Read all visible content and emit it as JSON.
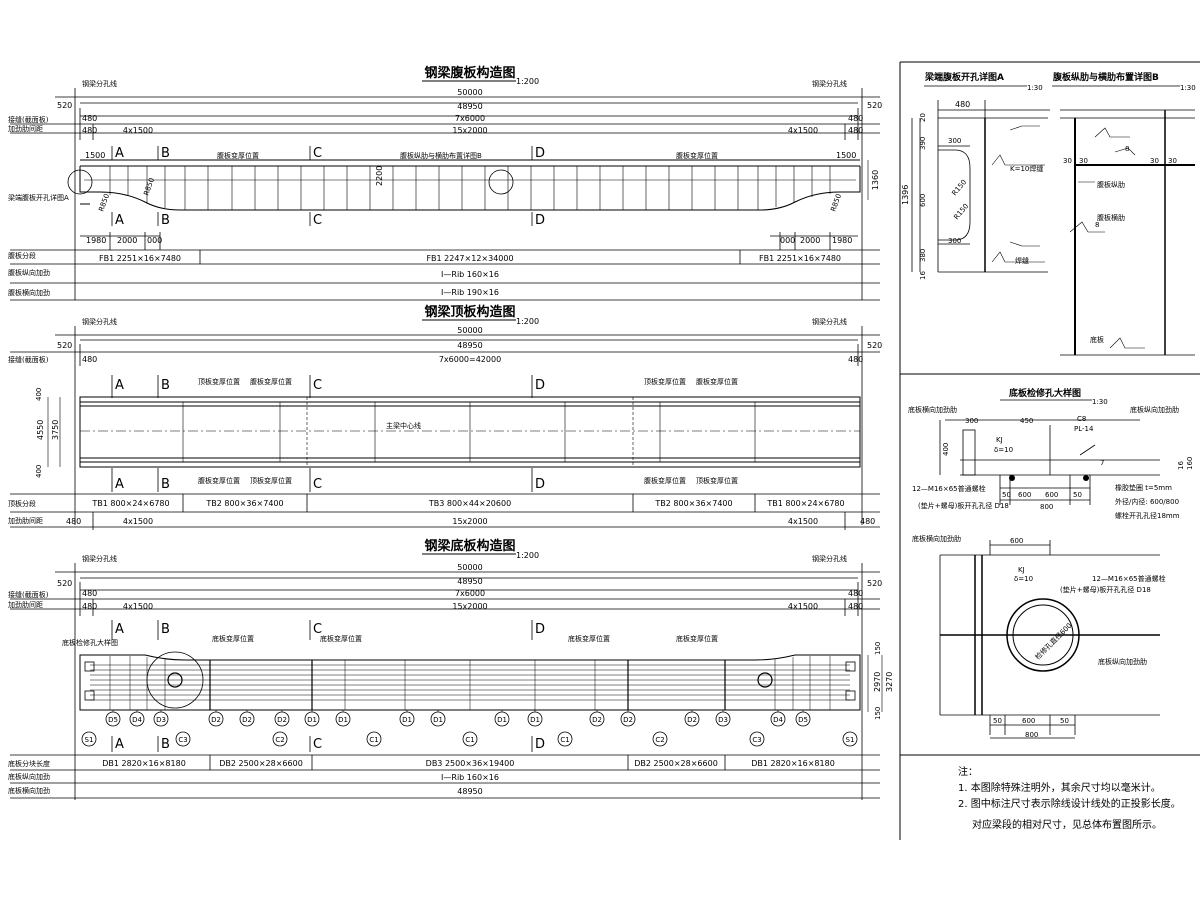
{
  "web": {
    "title": "钢梁腹板构造图",
    "scale": "1:200",
    "left_split": "钢梁分孔线",
    "right_split": "钢梁分孔线",
    "d520_l": "520",
    "d520_r": "520",
    "d50000": "50000",
    "d48950": "48950",
    "d480_l": "480",
    "d480_r": "480",
    "d7x6000": "7x6000",
    "d4x1500_l": "4x1500",
    "d15x2000": "15x2000",
    "d4x1500_r": "4x1500",
    "d480b_l": "480",
    "d480b_r": "480",
    "row_jiekou": "接缝(截面板)",
    "row_jiajing": "加劲肋间距",
    "d1500_l": "1500",
    "d1500_r": "1500",
    "lbl_kaikong": "梁端腹板开孔详图A",
    "lbl_biantai1": "腹板变厚位置",
    "lbl_zongli": "腹板纵肋与横肋布置详图B",
    "lbl_biantai2": "腹板变厚位置",
    "d2200": "2200",
    "d1360": "1360",
    "r850a": "R850",
    "r850b": "R850",
    "r850c": "R850",
    "d1980_l": "1980",
    "d2000_l": "2000",
    "d000_l": "000",
    "d000_r": "000",
    "d2000_r": "2000",
    "d1980_r": "1980",
    "row_fenduan": "腹板分段",
    "fb1_l": "FB1  2251×16×7480",
    "fb1_m": "FB1  2247×12×34000",
    "fb1_r": "FB1  2251×16×7480",
    "row_zongxiang": "腹板纵向加劲",
    "zongxiang_val": "I—Rib  160×16",
    "row_hengxiang": "腹板横向加劲",
    "hengxiang_val": "I—Rib  190×16"
  },
  "top": {
    "title": "钢梁顶板构造图",
    "scale": "1:200",
    "left_split": "钢梁分孔线",
    "right_split": "钢梁分孔线",
    "d520_l": "520",
    "d520_r": "520",
    "d50000": "50000",
    "d48950": "48950",
    "d480_l": "480",
    "d480_r": "480",
    "d7x6000": "7x6000=42000",
    "row_jiekou": "接缝(截面板)",
    "lbl_dingbian_1": "顶板变厚位置",
    "lbl_fubian_1": "腹板变厚位置",
    "lbl_fubian_2": "腹板变厚位置",
    "lbl_dingbian_2": "顶板变厚位置",
    "lbl_dingbian_3": "顶板变厚位置",
    "lbl_fubian_3": "腹板变厚位置",
    "lbl_fubian_4": "腹板变厚位置",
    "lbl_dingbian_4": "顶板变厚位置",
    "center_line": "主梁中心线",
    "d400_t": "400",
    "d4550": "4550",
    "d3750": "3750",
    "d400_b": "400",
    "row_fenduan": "顶板分段",
    "tb1_l": "TB1  800×24×6780",
    "tb2_l": "TB2  800×36×7400",
    "tb3": "TB3  800×44×20600",
    "tb2_r": "TB2  800×36×7400",
    "tb1_r": "TB1  800×24×6780",
    "row_jiajing": "加劲肋间距",
    "d480c_l": "480",
    "d4x1500_l": "4x1500",
    "d15x2000": "15x2000",
    "d4x1500_r": "4x1500",
    "d480c_r": "480"
  },
  "bottom": {
    "title": "钢梁底板构造图",
    "scale": "1:200",
    "left_split": "钢梁分孔线",
    "right_split": "钢梁分孔线",
    "d520_l": "520",
    "d520_r": "520",
    "d50000": "50000",
    "d48950": "48950",
    "d480_l": "480",
    "d480_r": "480",
    "d7x6000": "7x6000",
    "row_jiekou": "接缝(截面板)",
    "row_jiajing": "加劲肋间距",
    "d480b_l": "480",
    "d4x1500_l": "4x1500",
    "d15x2000": "15x2000",
    "d4x1500_r": "4x1500",
    "d480b_r": "480",
    "lbl_jianxiu": "底板检修孔大样图",
    "lbl_dib_1": "底板变厚位置",
    "lbl_dib_2": "底板变厚位置",
    "lbl_dib_3": "底板变厚位置",
    "lbl_dib_4": "底板变厚位置",
    "d150_t": "150",
    "d2970": "2970",
    "d3270": "3270",
    "d150_b": "150",
    "row_fenduan": "底板分块长度",
    "db1_l": "DB1  2820×16×8180",
    "db2_l": "DB2  2500×28×6600",
    "db3": "DB3  2500×36×19400",
    "db2_r": "DB2  2500×28×6600",
    "db1_r": "DB1  2820×16×8180",
    "row_zongxiang": "底板纵向加劲",
    "zongxiang_val": "I—Rib  160×16",
    "row_hengxiang": "底板横向加劲",
    "hengxiang_val": "48950"
  },
  "sections": [
    "A",
    "B",
    "C",
    "D"
  ],
  "rib_labels": [
    "D5",
    "D4",
    "D3",
    "D2",
    "D2",
    "D2",
    "D1",
    "D1",
    "D1",
    "D1",
    "D1",
    "D1",
    "D2",
    "D2",
    "D2",
    "D3",
    "D4",
    "D5"
  ],
  "s_labels": [
    "S1",
    "C3",
    "C2",
    "C1",
    "C1",
    "C1",
    "C2",
    "C3",
    "S1"
  ],
  "detail_a": {
    "title": "梁端腹板开孔详图A",
    "scale": "1:30",
    "d480": "480",
    "d20": "20",
    "d390": "390",
    "d300_t": "300",
    "d1396": "1396",
    "d600": "600",
    "r150a": "R150",
    "r150b": "R150",
    "d300_b": "300",
    "d380": "380",
    "d16": "16",
    "lbl_k1": "K=10焊缝",
    "lbl_k2": "焊缝"
  },
  "detail_b": {
    "title": "腹板纵肋与横肋布置详图B",
    "scale": "1:30",
    "d30_1": "30",
    "d30_2": "30",
    "d30_3": "30",
    "d30_4": "30",
    "d8_1": "8",
    "d8_2": "8",
    "lbl_zong": "腹板纵肋",
    "lbl_heng": "腹板横肋",
    "lbl_dib": "底板"
  },
  "detail_c": {
    "title": "底板检修孔大样图",
    "scale": "1:30",
    "lbl_zong_l": "底板横向加劲肋",
    "lbl_zong_r": "底板纵向加劲肋",
    "d300": "300",
    "d450": "450",
    "c8": "C8",
    "pl14": "PL-14",
    "kj": "KJ",
    "k10": "δ=10",
    "d400": "400",
    "d16": "16",
    "d160": "160",
    "d7": "7",
    "bolt": "12—M16×65普通螺栓",
    "bolt2": "(垫片+螺母)板开孔孔径  D18",
    "d50a": "50",
    "d600a": "600",
    "d600b": "600",
    "d50b": "50",
    "d800": "800",
    "rub1": "橡胶垫圈  t=5mm",
    "rub2": "外径/内径: 600/800",
    "rub3": "螺栓开孔孔径18mm",
    "d600_top": "600",
    "lbl_heng2": "底板横向加劲肋",
    "kj2": "KJ",
    "k10b": "δ=10",
    "bolt3": "12—M16×65普通螺栓",
    "bolt4": "(垫片+螺母)板开孔孔径  D18",
    "hole": "检修孔直径600",
    "lbl_zong2": "底板纵向加劲肋",
    "d50c": "50",
    "d600c": "600",
    "d50d": "50",
    "d800b": "800"
  },
  "notes": {
    "head": "注：",
    "n1": "1.  本图除特殊注明外，其余尺寸均以毫米计。",
    "n2": "2.  图中标注尺寸表示除线设计线处的正投影长度。",
    "n3": "对应梁段的相对尺寸，见总体布置图所示。"
  }
}
